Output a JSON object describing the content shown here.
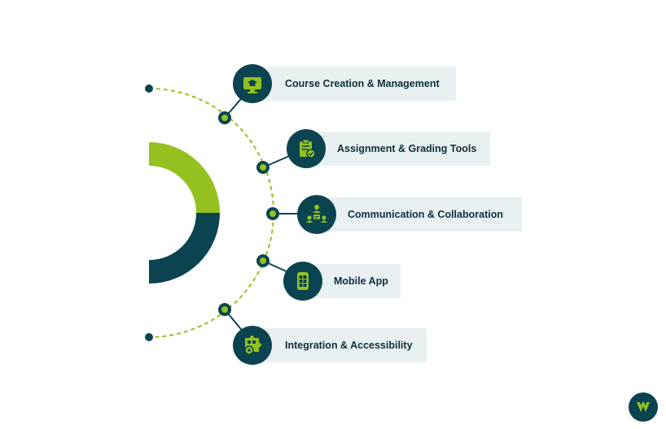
{
  "items": [
    {
      "label": "Course Creation & Management",
      "icon": "monitor-graduation-cap-icon"
    },
    {
      "label": "Assignment & Grading Tools",
      "icon": "clipboard-check-icon"
    },
    {
      "label": "Communication & Collaboration",
      "icon": "team-chat-icon"
    },
    {
      "label": "Mobile App",
      "icon": "smartphone-icon"
    },
    {
      "label": "Integration & Accessibility",
      "icon": "puzzle-gear-icon"
    }
  ],
  "colors": {
    "accent_green": "#94c11f",
    "dark_teal": "#0b4450",
    "label_bg": "#e8f0f2",
    "text": "#0f2f3a"
  },
  "logo": {
    "icon": "brand-w-logo-icon"
  }
}
